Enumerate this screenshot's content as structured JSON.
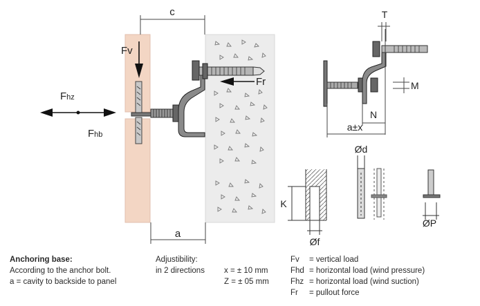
{
  "diagram": {
    "labels": {
      "c": "c",
      "a": "a",
      "Fv": "Fv",
      "Fr": "Fr",
      "Fhz_main": "F",
      "Fhz_sub": "hz",
      "Fhb_main": "F",
      "Fhb_sub": "hb",
      "T": "T",
      "M": "M",
      "N": "N",
      "a_pm_x": "a±x",
      "d": "Ød",
      "K": "K",
      "f": "Øf",
      "P": "ØP"
    },
    "colors": {
      "panel": "#f3d6c4",
      "wall": "#ededed",
      "bolt": "#555555"
    }
  },
  "legend": {
    "anchoring": {
      "title": "Anchoring base:",
      "line1": "According to the anchor bolt.",
      "line2": "a = cavity to backside to panel"
    },
    "adjustibility": {
      "title": "Adjustibility:",
      "line1": "in  2  directions",
      "x_value": "x = ± 10 mm",
      "z_value": "Z = ± 05 mm"
    },
    "forces": [
      {
        "symbol": "Fv",
        "desc": "=  vertical load"
      },
      {
        "symbol": "Fhd",
        "desc": "=  horizontal load  (wind pressure)"
      },
      {
        "symbol": "Fhz",
        "desc": "= horizontal load  (wind suction)"
      },
      {
        "symbol": "Fr",
        "desc": "=  pullout force"
      }
    ]
  }
}
